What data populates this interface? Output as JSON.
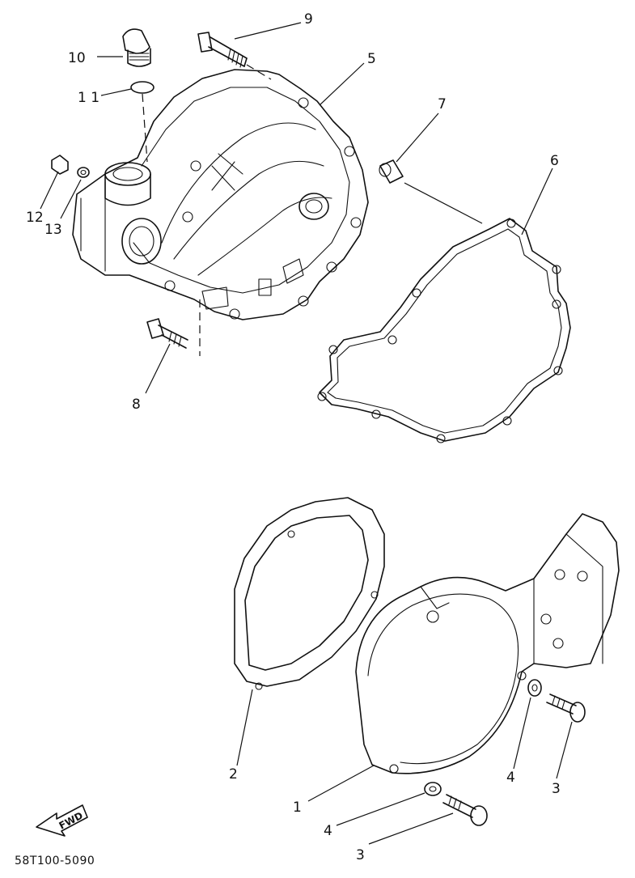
{
  "callouts": {
    "c1": "1",
    "c2": "2",
    "c3a": "3",
    "c3b": "3",
    "c4a": "4",
    "c4b": "4",
    "c5": "5",
    "c6": "6",
    "c7": "7",
    "c8": "8",
    "c9": "9",
    "c10": "10",
    "c11": "1 1",
    "c12": "12",
    "c13": "13"
  },
  "fwd_label": "FWD",
  "drawing_code": "58T100-5090"
}
